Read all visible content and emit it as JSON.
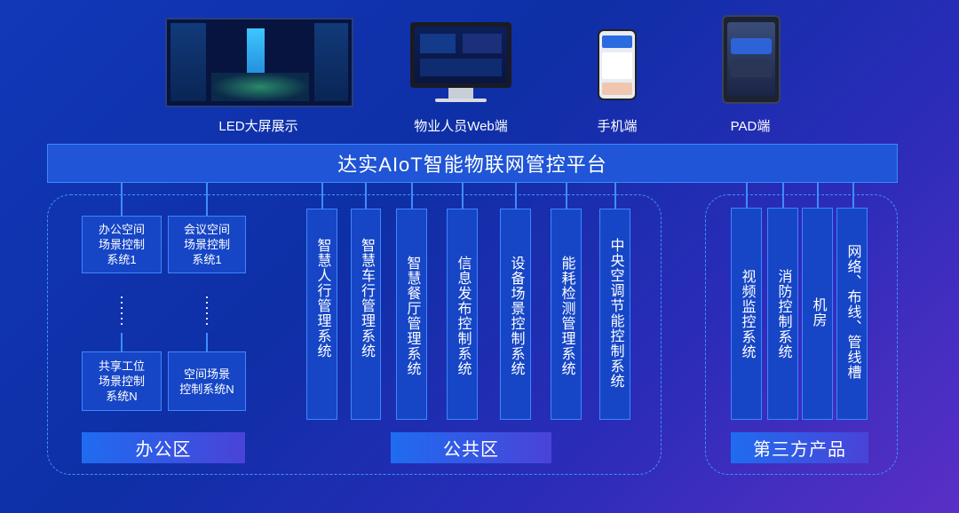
{
  "devices": [
    {
      "label": "LED大屏展示"
    },
    {
      "label": "物业人员Web端"
    },
    {
      "label": "手机端"
    },
    {
      "label": "PAD端"
    }
  ],
  "platform": {
    "title": "达实AIoT智能物联网管控平台"
  },
  "office_zone": {
    "label": "办公区",
    "boxes": [
      {
        "text": "办公空间\n场景控制\n系统1"
      },
      {
        "text": "会议空间\n场景控制\n系统1"
      },
      {
        "text": "共享工位\n场景控制\n系统N"
      },
      {
        "text": "空间场景\n控制系统N"
      }
    ]
  },
  "public_zone": {
    "label": "公共区",
    "systems": [
      {
        "text": "智慧人行管理系统"
      },
      {
        "text": "智慧车行管理系统"
      },
      {
        "text": "智慧餐厅管理系统"
      },
      {
        "text": "信息发布控制系统"
      },
      {
        "text": "设备场景控制系统"
      },
      {
        "text": "能耗检测管理系统"
      },
      {
        "text": "中央空调节能控制系统"
      }
    ]
  },
  "third_party_zone": {
    "label": "第三方产品",
    "systems": [
      {
        "text": "视频监控系统"
      },
      {
        "text": "消防控制系统"
      },
      {
        "text": "机房"
      },
      {
        "text": "网络、布线、管线槽"
      }
    ]
  },
  "colors": {
    "background_start": "#1238b8",
    "background_end": "#5a2fc6",
    "box_fill": "#1646c6",
    "box_border": "#3d86ff",
    "dashed_border": "#3f92ff"
  }
}
